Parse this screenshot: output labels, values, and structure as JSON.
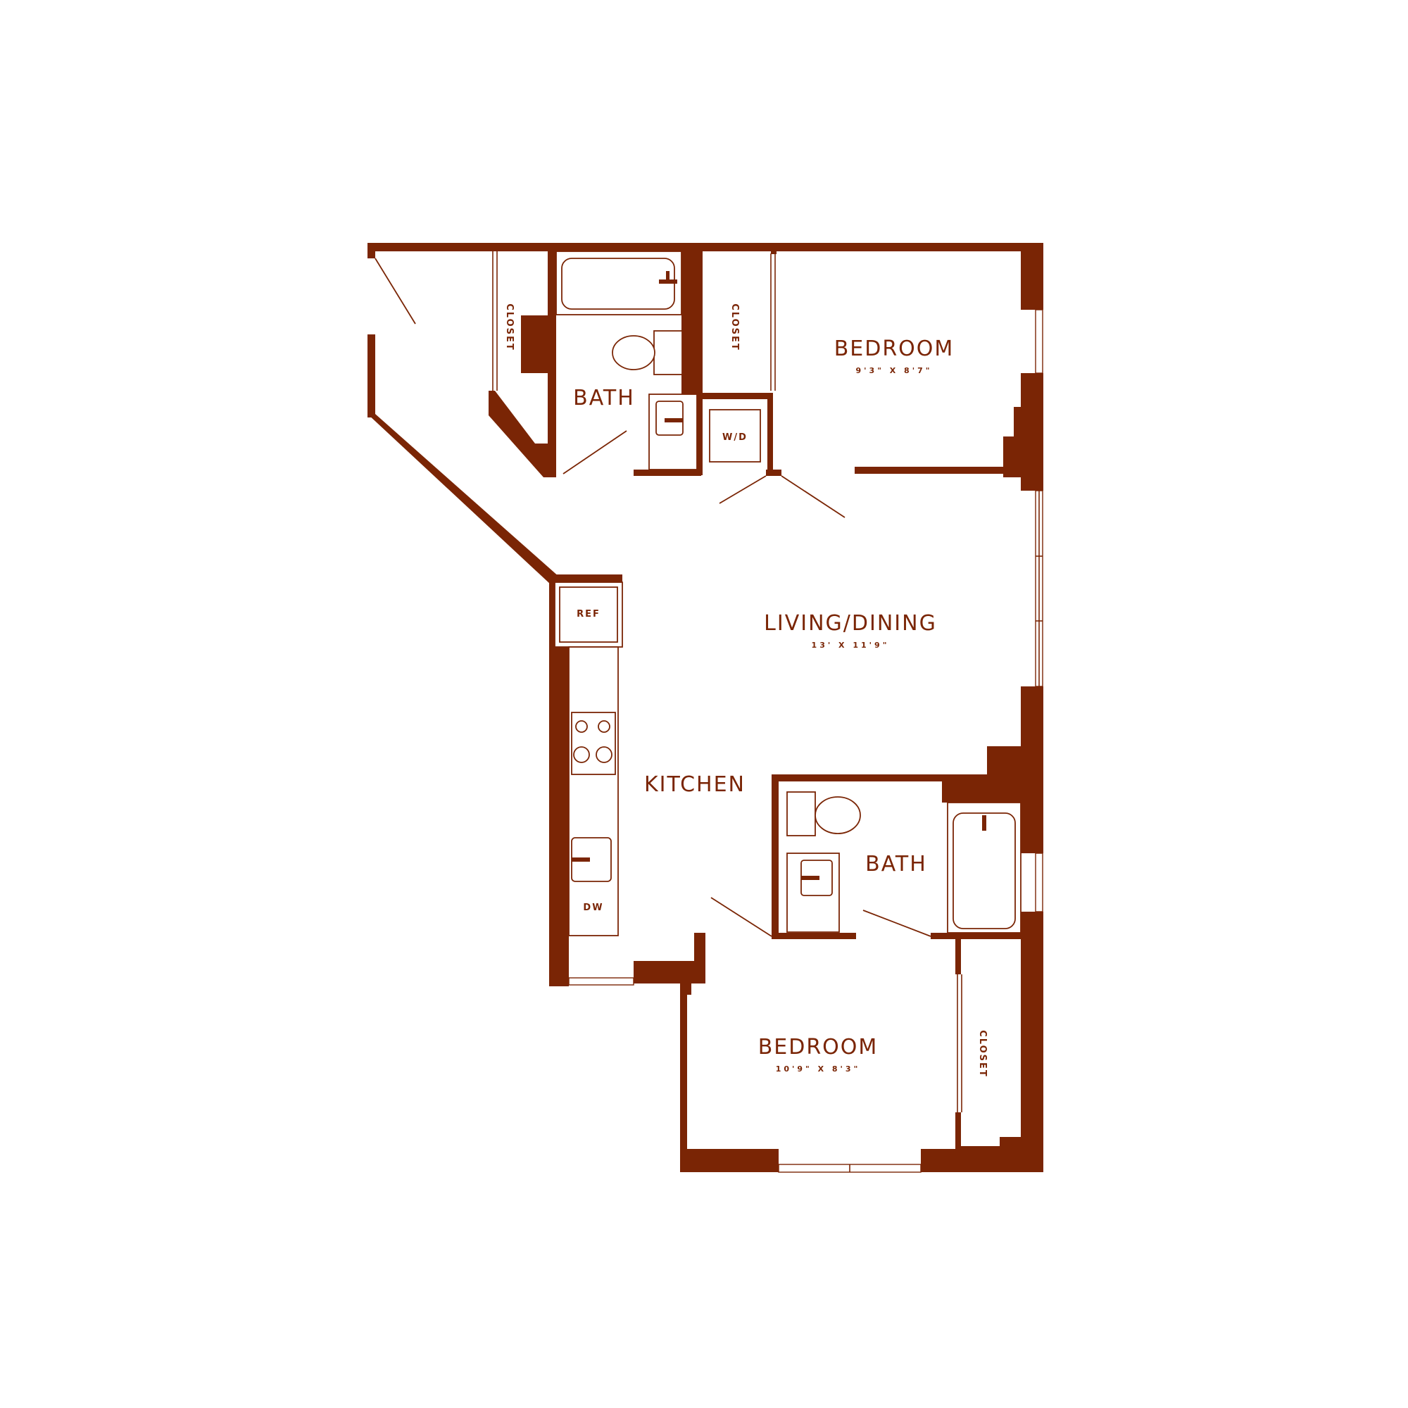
{
  "colors": {
    "wall": "#7a2505",
    "background": "#ffffff"
  },
  "rooms": {
    "bedroom_1": {
      "label": "BEDROOM",
      "dims": "9'3\" X 8'7\""
    },
    "bath_1": {
      "label": "BATH"
    },
    "closet_1": {
      "label": "CLOSET"
    },
    "closet_2": {
      "label": "CLOSET"
    },
    "laundry": {
      "label": "W/D"
    },
    "living": {
      "label": "LIVING/DINING",
      "dims": "13' X 11'9\""
    },
    "kitchen": {
      "label": "KITCHEN"
    },
    "bath_2": {
      "label": "BATH"
    },
    "bedroom_2": {
      "label": "BEDROOM",
      "dims": "10'9\" X 8'3\""
    },
    "closet_3": {
      "label": "CLOSET"
    }
  },
  "appliances": {
    "refrigerator": "REF",
    "dishwasher": "DW"
  }
}
